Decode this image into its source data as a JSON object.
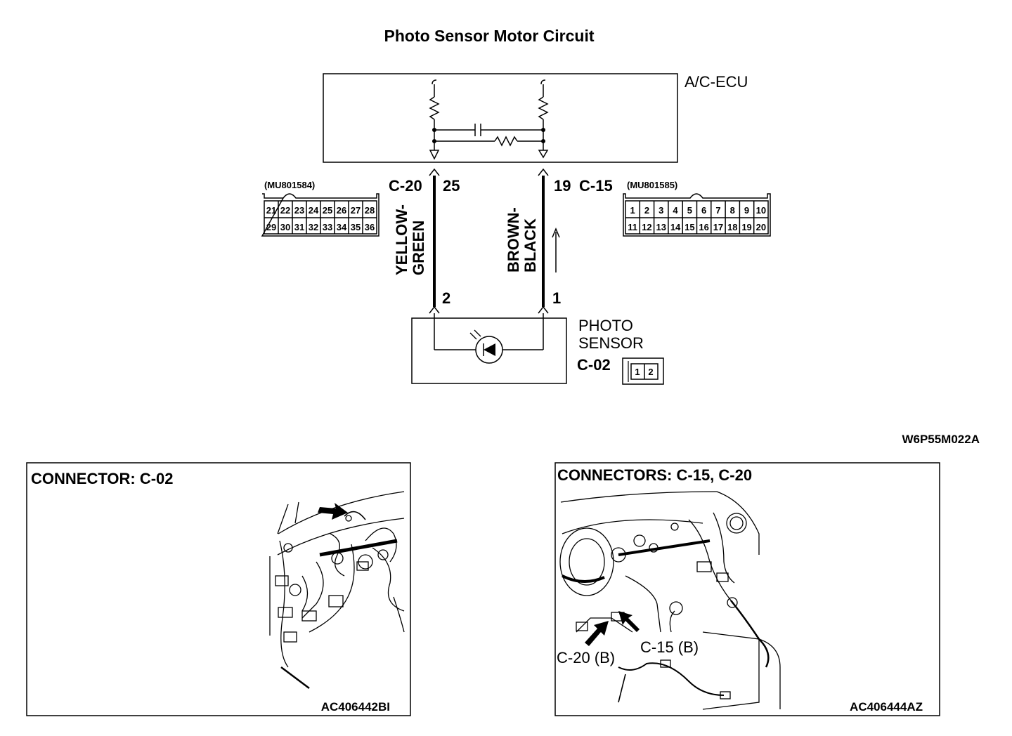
{
  "title": "Photo Sensor Motor Circuit",
  "ecu": {
    "label": "A/C-ECU"
  },
  "connector_c20": {
    "name": "C-20",
    "terminal": "25",
    "part_number": "(MU801584)",
    "pins_top": [
      "21",
      "22",
      "23",
      "24",
      "25",
      "26",
      "27",
      "28"
    ],
    "pins_bottom": [
      "29",
      "30",
      "31",
      "32",
      "33",
      "34",
      "35",
      "36"
    ]
  },
  "connector_c15": {
    "name": "C-15",
    "terminal": "19",
    "part_number": "(MU801585)",
    "pins_top": [
      "1",
      "2",
      "3",
      "4",
      "5",
      "6",
      "7",
      "8",
      "9",
      "10"
    ],
    "pins_bottom": [
      "11",
      "12",
      "13",
      "14",
      "15",
      "16",
      "17",
      "18",
      "19",
      "20"
    ]
  },
  "wires": {
    "left_line1": "YELLOW-",
    "left_line2": "GREEN",
    "right_line1": "BROWN-",
    "right_line2": "BLACK"
  },
  "sensor": {
    "line1": "PHOTO",
    "line2": "SENSOR",
    "connector": "C-02",
    "pin_left": "2",
    "pin_right": "1",
    "connector_pins": [
      "1",
      "2"
    ]
  },
  "diagram_code": "W6P55M022A",
  "panel_left": {
    "title": "CONNECTOR: C-02",
    "code": "AC406442BI"
  },
  "panel_right": {
    "title": "CONNECTORS: C-15, C-20",
    "label_c15": "C-15 (B)",
    "label_c20": "C-20 (B)",
    "code": "AC406444AZ"
  }
}
